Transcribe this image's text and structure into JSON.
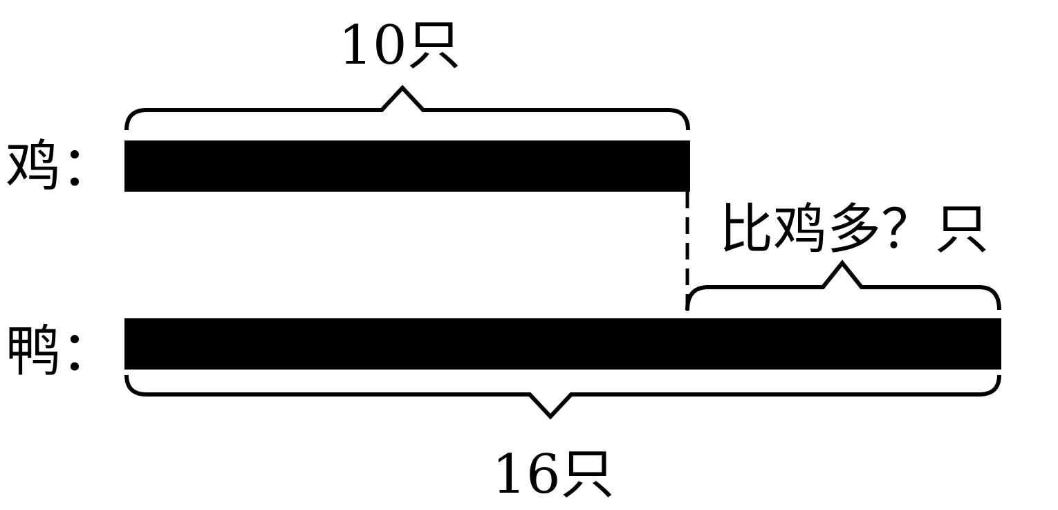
{
  "rows": {
    "chicken": {
      "label": "鸡：",
      "count_label": "10只",
      "count": 10
    },
    "duck": {
      "label": "鸭：",
      "count_label": "16只",
      "count": 16
    }
  },
  "difference": {
    "label": "比鸡多？只"
  },
  "colors": {
    "bar": "#000000",
    "background": "#ffffff"
  }
}
